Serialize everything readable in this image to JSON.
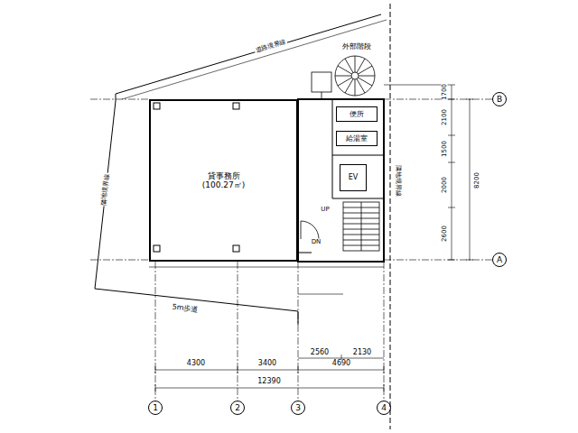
{
  "diagram": {
    "nodes": [
      {
        "text": [
          "貸事務所",
          "(100.27㎡)"
        ]
      },
      {
        "text": [
          "便所"
        ]
      },
      {
        "text": [
          "給湯室"
        ]
      },
      {
        "text": [
          "EV"
        ]
      },
      {
        "text": [
          "B"
        ]
      },
      {
        "text": [
          "A"
        ]
      },
      {
        "text": [
          "1"
        ]
      },
      {
        "text": [
          "2"
        ]
      },
      {
        "text": [
          "3"
        ]
      },
      {
        "text": [
          "4"
        ]
      }
    ],
    "labels": [
      "外部階段",
      "UP",
      "DN",
      "道路境界線",
      "隣地境界線",
      "隣地境界線",
      "5m歩道",
      "4300",
      "3400",
      "2560",
      "2130",
      "4690",
      "12390",
      "1700",
      "2100",
      "1500",
      "2000",
      "2600",
      "8200"
    ]
  }
}
